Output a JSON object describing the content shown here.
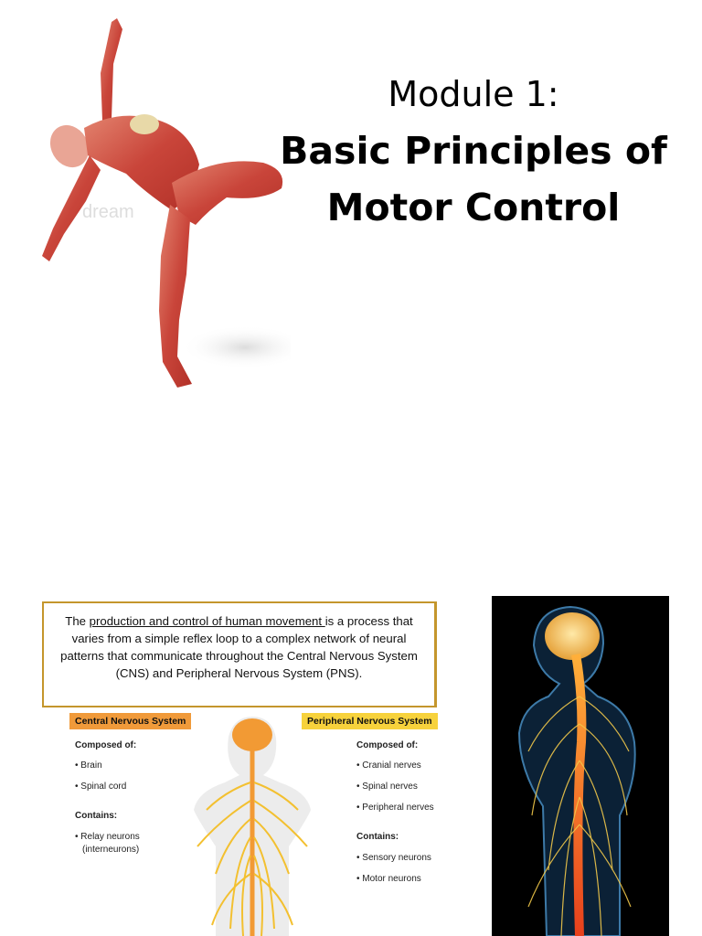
{
  "title": {
    "line1": "Module 1:",
    "line2": "Basic Principles of",
    "line3": "Motor Control"
  },
  "dancer_image": {
    "icon": "muscular-dancer-figure",
    "watermark": "dream"
  },
  "intro": {
    "before": "The ",
    "underlined": "production and control of human movement ",
    "after": "is a process that varies from a simple reflex loop to a complex network of neural patterns that communicate throughout the Central Nervous System (CNS) and Peripheral Nervous System (PNS)."
  },
  "diagram": {
    "cns": {
      "label": "Central Nervous System",
      "composed_heading": "Composed of:",
      "composed_items": [
        "Brain",
        "Spinal cord"
      ],
      "contains_heading": "Contains:",
      "contains_items": [
        "Relay neurons",
        "(interneurons)"
      ]
    },
    "pns": {
      "label": "Peripheral Nervous System",
      "composed_heading": "Composed of:",
      "composed_items": [
        "Cranial nerves",
        "Spinal nerves",
        "Peripheral nerves"
      ],
      "contains_heading": "Contains:",
      "contains_items": [
        "Sensory neurons",
        "Motor neurons"
      ]
    },
    "colors": {
      "cns": "#f09a3a",
      "pns": "#f7d23c",
      "nerve": "#f3c030"
    }
  },
  "nerves_image": {
    "icon": "glowing-spine-nervous-system"
  }
}
